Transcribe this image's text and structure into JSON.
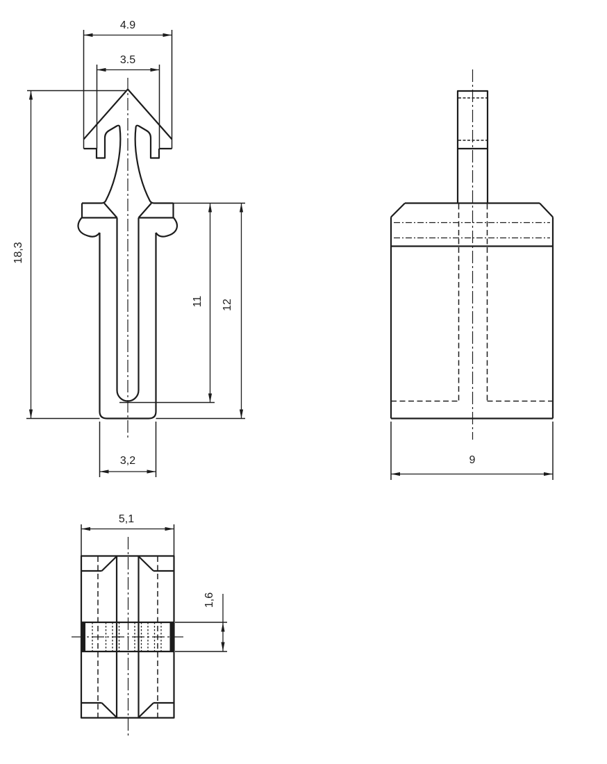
{
  "drawing": {
    "background": "#ffffff",
    "line_color": "#1c1c1c",
    "views": {
      "front": {
        "dims": {
          "head_width": "4.9",
          "barb_width": "3.5",
          "overall_height": "18,3",
          "slot_depth": "11",
          "body_height": "12",
          "body_width": "3,2"
        }
      },
      "side": {
        "dims": {
          "body_depth": "9"
        }
      },
      "bottom": {
        "dims": {
          "overall_width": "5,1",
          "rib_thickness": "1,6"
        }
      }
    }
  }
}
